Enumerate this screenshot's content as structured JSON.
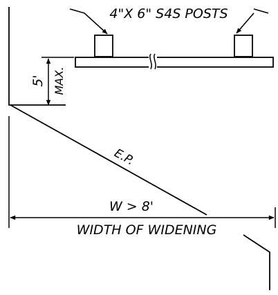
{
  "labels": {
    "posts": "4\"X 6\" S4S POSTS",
    "max_height_value": "5'",
    "max_height_qualifier": "MAX.",
    "edge_of_pavement": "E.P.",
    "width_condition": "W > 8'",
    "width_caption": "WIDTH OF WIDENING"
  }
}
